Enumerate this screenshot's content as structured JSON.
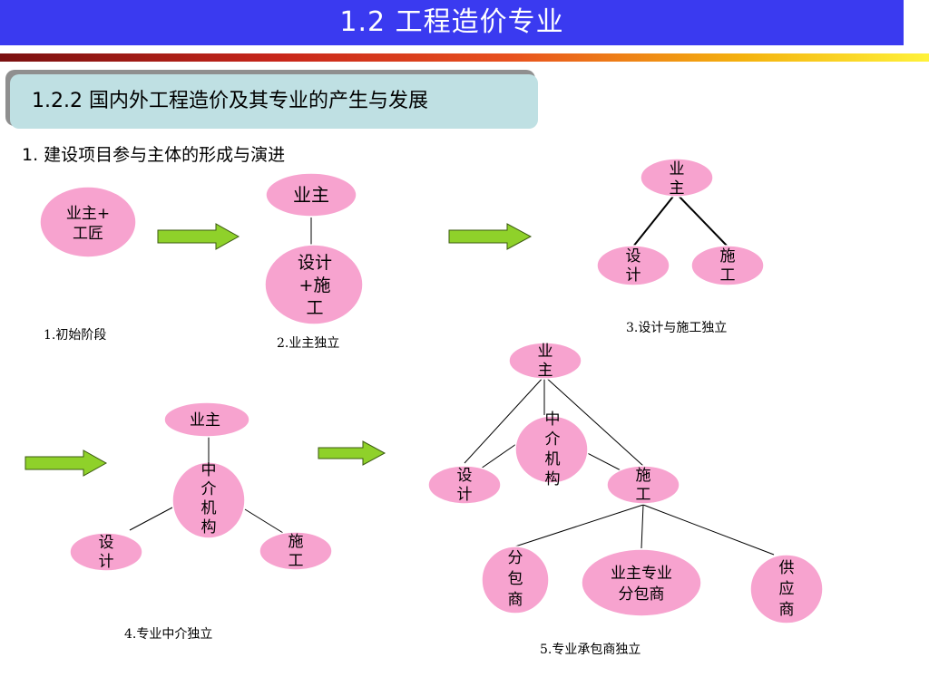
{
  "header": {
    "title": "1.2   工程造价专业"
  },
  "subtitle": "1.2.2 国内外工程造价及其专业的产生与发展",
  "section": {
    "heading": "1.   建设项目参与主体的形成与演进"
  },
  "stages": [
    {
      "caption": "1.初始阶段",
      "nodes": {
        "owner_craftsman": [
          "业主+",
          "工匠"
        ]
      }
    },
    {
      "caption": "2.业主独立",
      "nodes": {
        "owner": [
          "业主"
        ],
        "design_build": [
          "设计",
          "+施",
          "工"
        ]
      }
    },
    {
      "caption": "3.设计与施工独立",
      "nodes": {
        "owner": [
          "业",
          "主"
        ],
        "design": [
          "设",
          "计"
        ],
        "construction": [
          "施",
          "工"
        ]
      }
    },
    {
      "caption": "4.专业中介独立",
      "nodes": {
        "owner": [
          "业主"
        ],
        "agency": [
          "中",
          "介",
          "机",
          "构"
        ],
        "design": [
          "设",
          "计"
        ],
        "construction": [
          "施",
          "工"
        ]
      }
    },
    {
      "caption": "5.专业承包商独立",
      "nodes": {
        "owner": [
          "业",
          "主"
        ],
        "agency": [
          "中",
          "介",
          "机",
          "构"
        ],
        "design": [
          "设",
          "计"
        ],
        "construction": [
          "施",
          "工"
        ],
        "subcontractor": [
          "分",
          "包",
          "商"
        ],
        "owner_subcontractor": [
          "业主专业",
          "分包商"
        ],
        "supplier": [
          "供",
          "应",
          "商"
        ]
      }
    }
  ],
  "colors": {
    "title_bar": "#3a3af0",
    "node_fill": "#f7a3cf",
    "arrow_fill": "#8fd12a",
    "subtitle_bg": "#bfe0e3"
  }
}
